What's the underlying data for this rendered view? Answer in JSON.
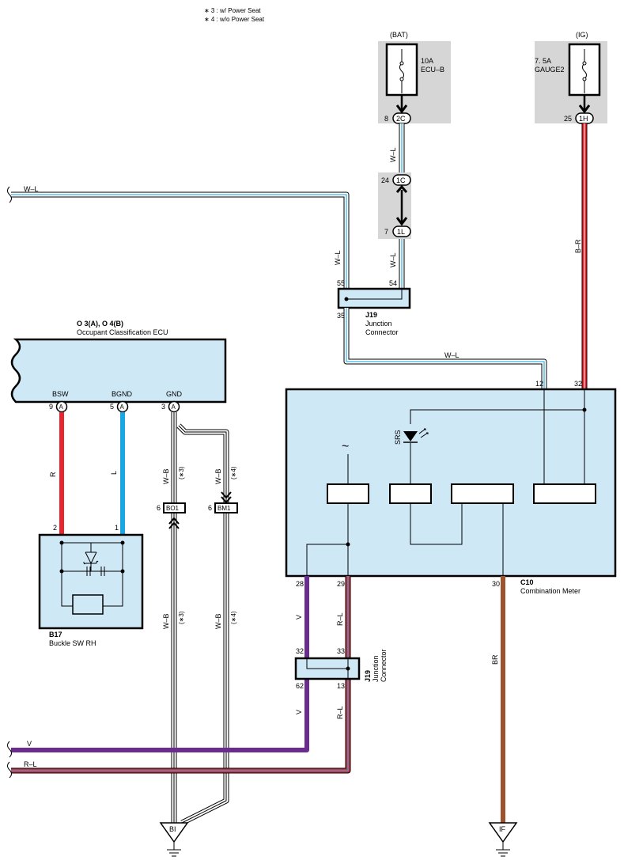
{
  "notes": [
    "∗ 3 : w/ Power Seat",
    "∗ 4 : w/o Power Seat"
  ],
  "fuses": {
    "bat": {
      "supply": "(BAT)",
      "rating": "10A",
      "name": "ECU–B",
      "pin": "8",
      "connector": "2C"
    },
    "ig": {
      "supply": "(IG)",
      "rating": "7. 5A",
      "name": "GAUGE2",
      "pin": "25",
      "connector": "1H"
    }
  },
  "inline_connectors": {
    "c1": {
      "pin": "24",
      "connector": "1C"
    },
    "l1": {
      "pin": "7",
      "connector": "1L"
    },
    "bo1": {
      "pin": "6",
      "connector": "BO1"
    },
    "bm1": {
      "pin": "6",
      "connector": "BM1"
    }
  },
  "wire_labels": {
    "wl": "W–L",
    "br_red": "B–R",
    "r": "R",
    "l": "L",
    "wb": "W–B",
    "v": "V",
    "rl": "R–L",
    "br": "BR",
    "note3": "(∗3)",
    "note4": "(∗4)"
  },
  "junction_top": {
    "code": "J19",
    "name_line1": "Junction",
    "name_line2": "Connector",
    "pin_left_top": "55",
    "pin_right_top": "54",
    "pin_left_bottom": "35"
  },
  "junction_bottom": {
    "code": "J19",
    "name_line1": "Junction",
    "name_line2": "Connector",
    "pin_tl": "32",
    "pin_tr": "33",
    "pin_bl": "62",
    "pin_br": "13"
  },
  "ecu": {
    "code": "O 3(A), O 4(B)",
    "name": "Occupant Classification ECU",
    "terminals": [
      {
        "label": "BSW",
        "pin": "9",
        "conn": "A"
      },
      {
        "label": "BGND",
        "pin": "5",
        "conn": "A"
      },
      {
        "label": "GND",
        "pin": "3",
        "conn": "A"
      }
    ]
  },
  "buckle": {
    "code": "B17",
    "name": "Buckle SW RH",
    "pin_left": "2",
    "pin_right": "1"
  },
  "meter": {
    "code": "C10",
    "name": "Combination Meter",
    "srs": "SRS",
    "tilde": "~",
    "pins": {
      "p12": "12",
      "p32": "32",
      "p28": "28",
      "p29": "29",
      "p30": "30"
    }
  },
  "grounds": {
    "bi": "BI",
    "if": "IF"
  },
  "colors": {
    "red": "#e8242c",
    "blue": "#1aa6e0",
    "purple": "#6a2c91",
    "brown": "#a0522d",
    "light_blue": "#5fc4e8",
    "box_fill": "#cfe8f6",
    "fuse_bg": "#d6d6d6"
  }
}
